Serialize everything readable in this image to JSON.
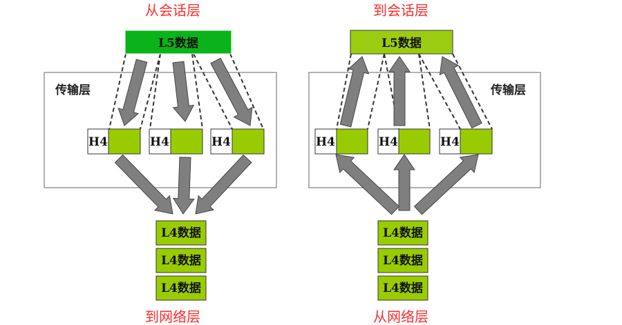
{
  "colors": {
    "l5_left": "#0bb31a",
    "l5_right": "#9ccc10",
    "green": "#99cc00",
    "arrow": "#7f7f7f",
    "title": "#ff2a2a"
  },
  "left": {
    "top_title": "从会话层",
    "l5": "L5数据",
    "layer": "传输层",
    "h4": [
      "H4",
      "H4",
      "H4"
    ],
    "l4": [
      "L4数据",
      "L4数据",
      "L4数据"
    ],
    "bottom_title": "到网络层"
  },
  "right": {
    "top_title": "到会话层",
    "l5": "L5数据",
    "layer": "传输层",
    "h4": [
      "H4",
      "H4",
      "H4"
    ],
    "l4": [
      "L4数据",
      "L4数据",
      "L4数据"
    ],
    "bottom_title": "从网络层"
  }
}
